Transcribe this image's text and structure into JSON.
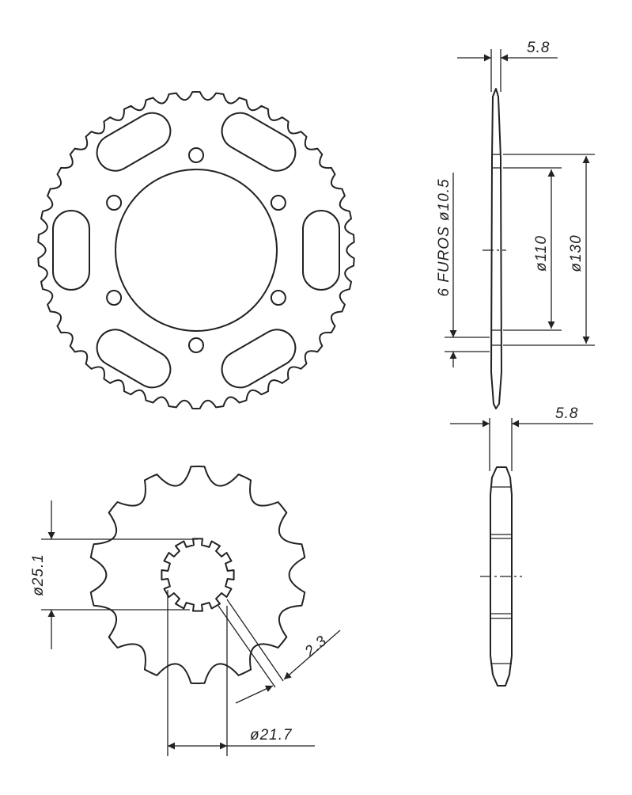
{
  "labels": {
    "thickness_top": "5.8",
    "thickness_bottom": "5.8",
    "holes": "6 FUROS ø10.5",
    "bolt_circle": "ø110",
    "center_bore": "ø130",
    "front_pitch": "ø25.1",
    "spline": "ø21.7",
    "spline_width": "2.3"
  },
  "rear_sprocket": {
    "teeth": 42,
    "bolt_holes": 6,
    "lightening_slots": 6
  },
  "front_sprocket": {
    "teeth": 14,
    "spline_teeth": 12
  },
  "colors": {
    "line": "#222222",
    "background": "#ffffff"
  }
}
